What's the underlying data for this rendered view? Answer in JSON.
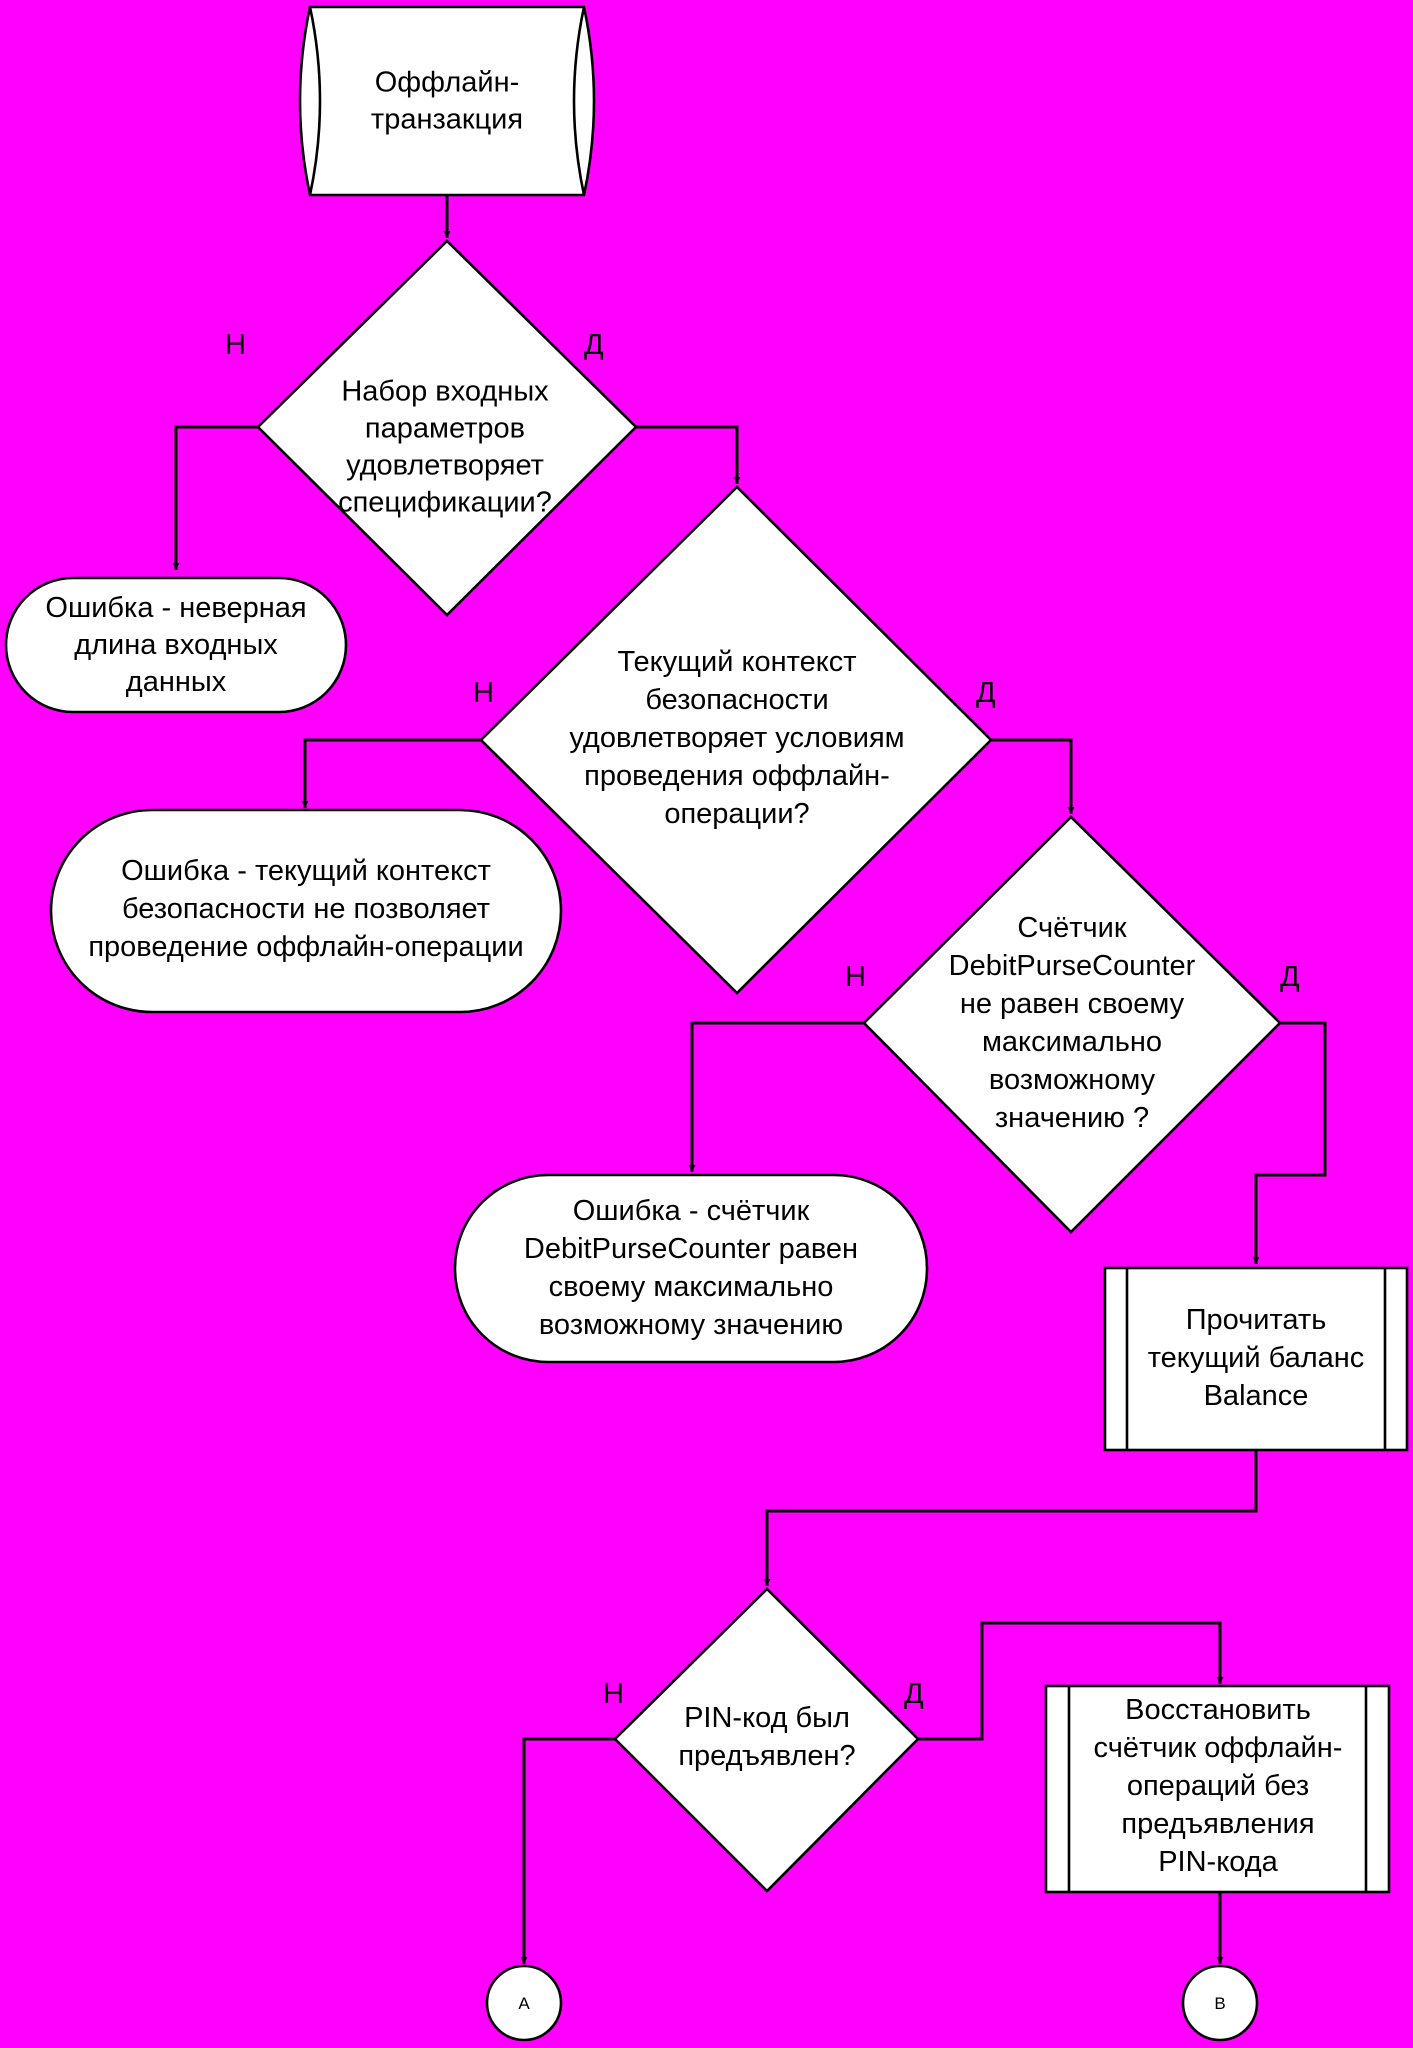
{
  "colors": {
    "background": "#FF00FF",
    "shape_fill": "#FFFFFF",
    "stroke": "#000000"
  },
  "nodes": {
    "start": {
      "lines": [
        "Оффлайн-",
        "транзакция"
      ]
    },
    "check_params": {
      "lines": [
        "Набор входных",
        "параметров",
        "удовлетворяет",
        "спецификации?"
      ]
    },
    "error_length": {
      "lines": [
        "Ошибка - неверная",
        "длина входных",
        "данных"
      ]
    },
    "check_security": {
      "lines": [
        "Текущий контекст",
        "безопасности",
        "удовлетворяет условиям",
        "проведения оффлайн-",
        "операции?"
      ]
    },
    "error_security": {
      "lines": [
        "Ошибка - текущий контекст",
        "безопасности не позволяет",
        "проведение оффлайн-операции"
      ]
    },
    "check_counter": {
      "lines": [
        "Счётчик",
        "DebitPurseCounter",
        "не равен своему",
        "максимально",
        "возможному",
        "значению ?"
      ]
    },
    "error_counter": {
      "lines": [
        "Ошибка - счётчик",
        "DebitPurseCounter равен",
        "своему максимально",
        "возможному значению"
      ]
    },
    "read_balance": {
      "lines": [
        "Прочитать",
        "текущий баланс",
        "Balance"
      ]
    },
    "check_pin": {
      "lines": [
        "PIN-код был",
        "предъявлен?"
      ]
    },
    "restore_counter": {
      "lines": [
        "Восстановить",
        "счётчик оффлайн-",
        "операций без",
        "предъявления",
        "PIN-кода"
      ]
    },
    "connector_a": {
      "lines": [
        "A"
      ]
    },
    "connector_b": {
      "lines": [
        "B"
      ]
    }
  },
  "edge_labels": {
    "params_no": "Н",
    "params_yes": "Д",
    "security_no": "Н",
    "security_yes": "Д",
    "counter_no": "Н",
    "counter_yes": "Д",
    "pin_no": "Н",
    "pin_yes": "Д"
  }
}
